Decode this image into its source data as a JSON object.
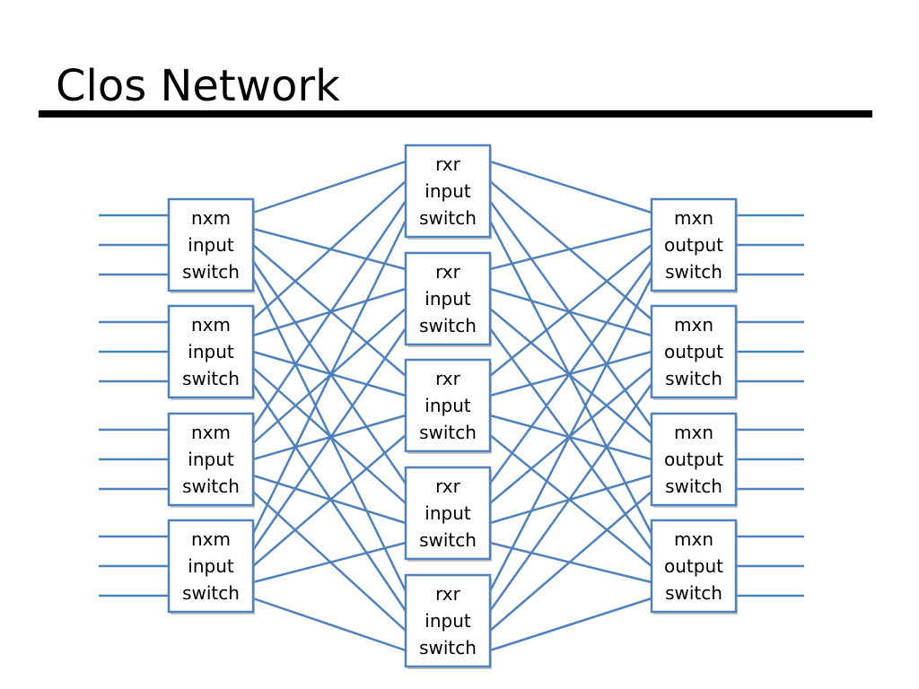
{
  "title": "Clos Network",
  "colors": {
    "wire": "#4f81bd",
    "box_border": "#4f81bd",
    "title_rule": "#000000"
  },
  "diagram": {
    "input_stage": {
      "node_lines": [
        "nxm",
        "input",
        "switch"
      ],
      "count": 4,
      "links_per_node": 3
    },
    "middle_stage": {
      "node_lines": [
        "rxr",
        "input",
        "switch"
      ],
      "count": 5
    },
    "output_stage": {
      "node_lines": [
        "mxn",
        "output",
        "switch"
      ],
      "count": 4,
      "links_per_node": 3
    }
  }
}
